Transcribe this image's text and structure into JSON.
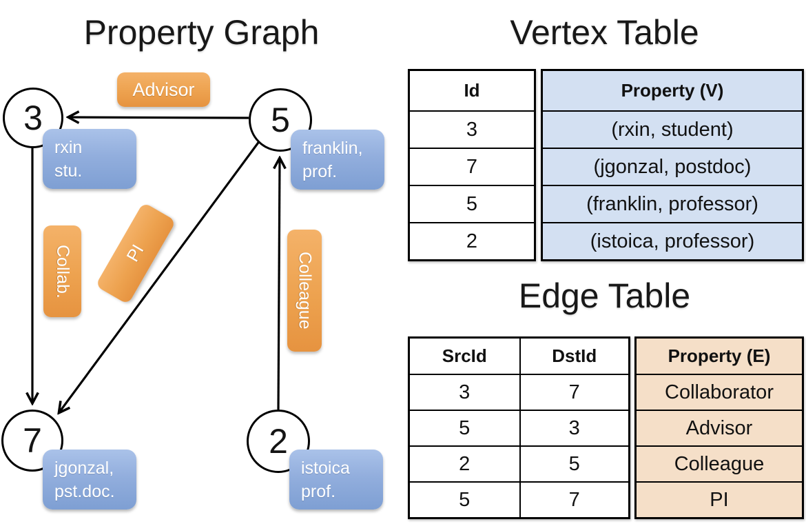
{
  "panel_graph": {
    "title": "Property Graph",
    "nodes": [
      {
        "id": "3",
        "label_line1": "rxin",
        "label_line2": "stu."
      },
      {
        "id": "5",
        "label_line1": "franklin,",
        "label_line2": "prof."
      },
      {
        "id": "7",
        "label_line1": "jgonzal,",
        "label_line2": "pst.doc."
      },
      {
        "id": "2",
        "label_line1": "istoica",
        "label_line2": "prof."
      }
    ],
    "edges": [
      {
        "label": "Advisor",
        "from": "5",
        "to": "3"
      },
      {
        "label": "Collab.",
        "from": "3",
        "to": "7"
      },
      {
        "label": "PI",
        "from": "5",
        "to": "7"
      },
      {
        "label": "Colleague",
        "from": "2",
        "to": "5"
      }
    ]
  },
  "vertex_table": {
    "title": "Vertex Table",
    "headers": {
      "id": "Id",
      "property": "Property (V)"
    },
    "rows": [
      {
        "id": "3",
        "property": "(rxin, student)"
      },
      {
        "id": "7",
        "property": "(jgonzal, postdoc)"
      },
      {
        "id": "5",
        "property": "(franklin, professor)"
      },
      {
        "id": "2",
        "property": "(istoica, professor)"
      }
    ]
  },
  "edge_table": {
    "title": "Edge Table",
    "headers": {
      "src": "SrcId",
      "dst": "DstId",
      "property": "Property (E)"
    },
    "rows": [
      {
        "src": "3",
        "dst": "7",
        "property": "Collaborator"
      },
      {
        "src": "5",
        "dst": "3",
        "property": "Advisor"
      },
      {
        "src": "2",
        "dst": "5",
        "property": "Colleague"
      },
      {
        "src": "5",
        "dst": "7",
        "property": "PI"
      }
    ]
  },
  "colors": {
    "edge_label_orange": "#EDA24F",
    "vertex_label_blue": "#8FADDE",
    "vertex_property_fill": "#D3E0F2",
    "edge_property_fill": "#F5DFC8",
    "line_color": "#000000"
  }
}
